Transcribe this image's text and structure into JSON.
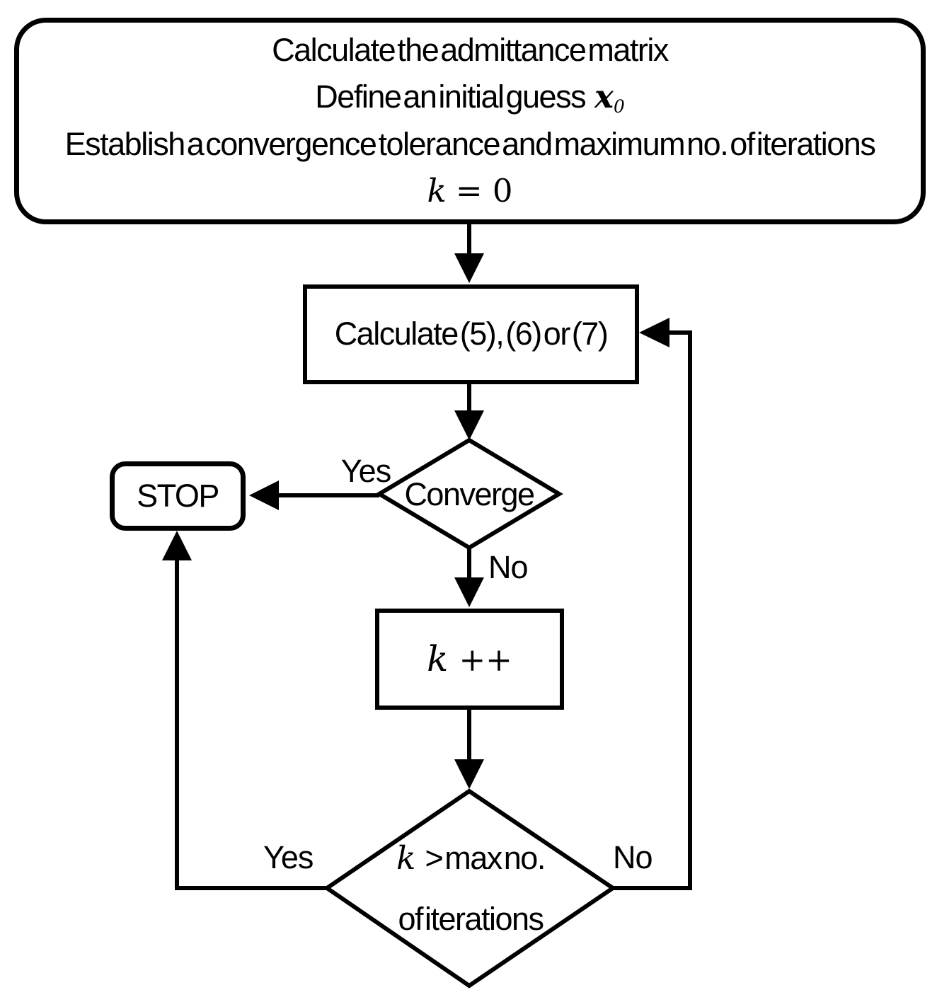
{
  "flowchart": {
    "colors": {
      "stroke": "#000000",
      "background": "#ffffff"
    },
    "start_box": {
      "line1": "Calculate the admittance matrix",
      "line2_text": "Define an initial guess",
      "line2_var": "x",
      "line2_sub": "0",
      "line3": "Establish a convergence tolerance and maximum no. of iterations",
      "line4_var": "k",
      "line4_rest": "= 0"
    },
    "calc_box": {
      "label": "Calculate (5), (6) or (7)"
    },
    "converge_diamond": {
      "label": "Converge",
      "yes": "Yes",
      "no": "No"
    },
    "stop_box": {
      "label": "STOP"
    },
    "increment_box": {
      "var": "k",
      "op": "++"
    },
    "iteration_diamond": {
      "line1_var": "k",
      "line1_rest": "> max no.",
      "line2": "of iterations",
      "yes": "Yes",
      "no": "No"
    }
  }
}
